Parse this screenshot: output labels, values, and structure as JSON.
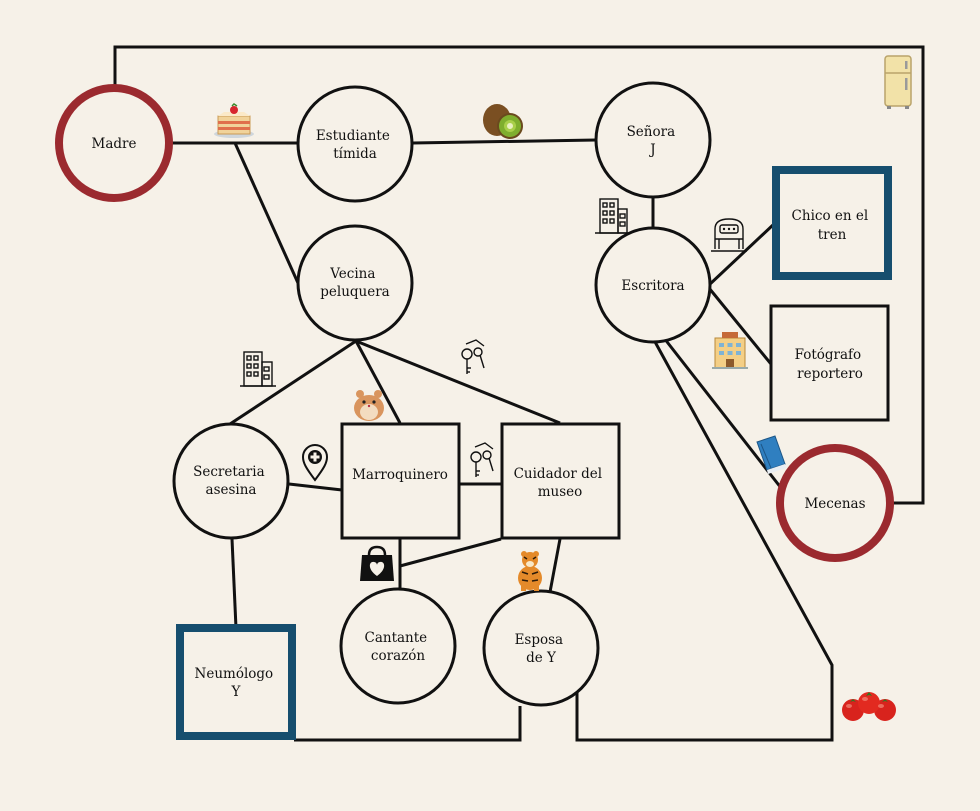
{
  "nodes": {
    "madre": {
      "lines": [
        "Madre"
      ]
    },
    "estudiante": {
      "lines": [
        "Estudiante",
        "tímida"
      ]
    },
    "senora": {
      "lines": [
        "Señora",
        "J"
      ]
    },
    "vecina": {
      "lines": [
        "Vecina",
        "peluquera"
      ]
    },
    "escritora": {
      "lines": [
        "Escritora"
      ]
    },
    "chico": {
      "lines": [
        "Chico en el",
        "tren"
      ]
    },
    "fotografo": {
      "lines": [
        "Fotógrafo",
        "reportero"
      ]
    },
    "mecenas": {
      "lines": [
        "Mecenas"
      ]
    },
    "secretaria": {
      "lines": [
        "Secretaria",
        "asesina"
      ]
    },
    "marroquinero": {
      "lines": [
        "Marroquinero"
      ]
    },
    "cuidador": {
      "lines": [
        "Cuidador del",
        "museo"
      ]
    },
    "cantante": {
      "lines": [
        "Cantante",
        "corazón"
      ]
    },
    "esposa": {
      "lines": [
        "Esposa",
        "de Y"
      ]
    },
    "neumologo": {
      "lines": [
        "Neumólogo",
        "Y"
      ]
    }
  },
  "icons": [
    "fridge-icon",
    "cake-icon",
    "kiwi-icon",
    "building-icon",
    "train-icon",
    "hotel-icon",
    "book-icon",
    "hamster-icon",
    "key-icon",
    "location-pin-icon",
    "shopping-bag-icon",
    "tiger-icon",
    "tomato-icon"
  ],
  "colors": {
    "background": "#f6f1e8",
    "line": "#111111",
    "red_border": "#9b2a2f",
    "blue_border": "#164e6e"
  }
}
